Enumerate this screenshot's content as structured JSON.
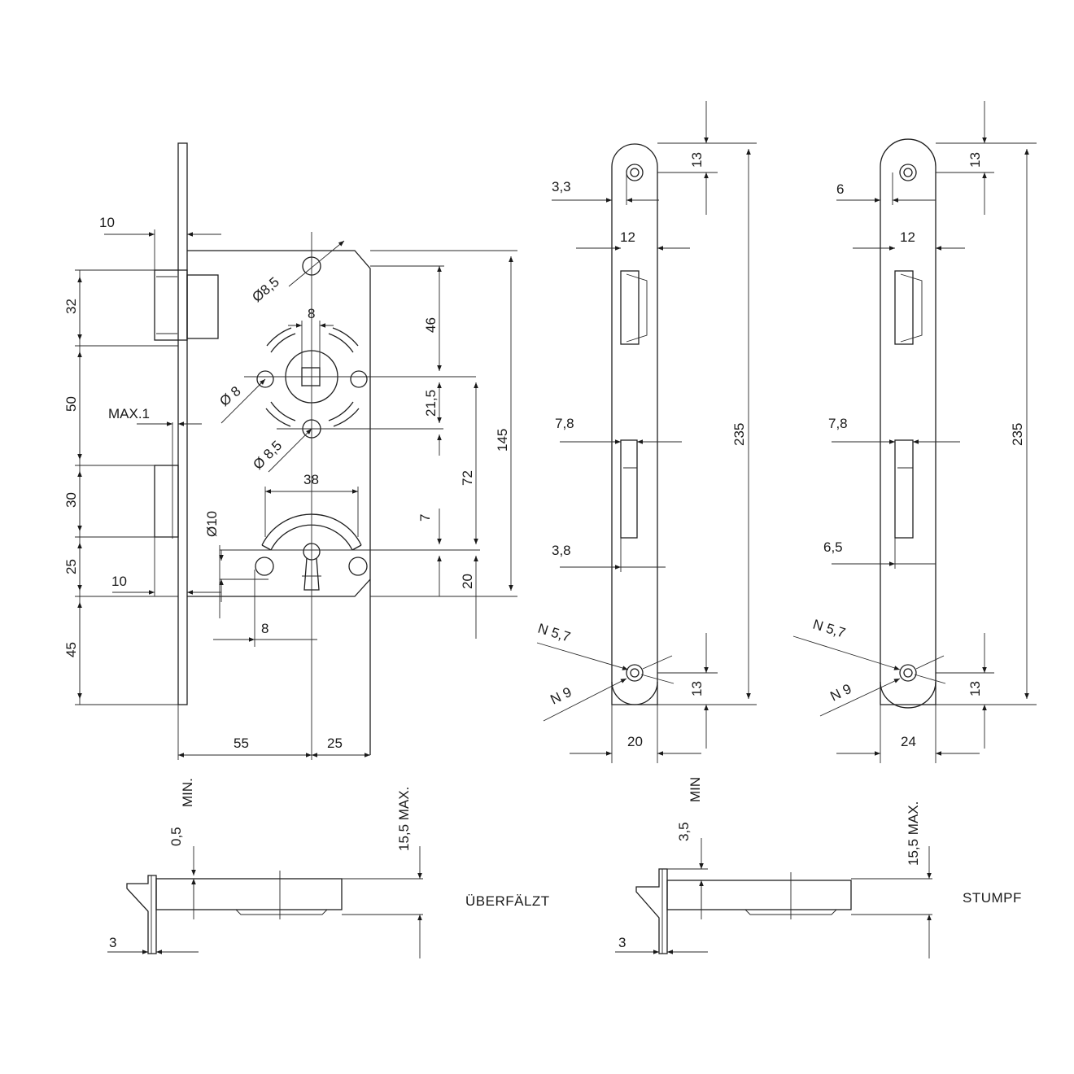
{
  "front_view": {
    "left_dims": [
      "32",
      "50",
      "30",
      "25",
      "45"
    ],
    "top_bolt_offset": "10",
    "bottom_bolt_offset": "10",
    "latch_gap": "MAX.1",
    "hole_top": "Ø8,5",
    "hole_mid": "Ø 8",
    "hole_low": "Ø 8,5",
    "spindle_width": "8",
    "rose_width": "38",
    "keyhole_dia": "Ø10",
    "keyhole_pin_spacing": "8",
    "right_dim_46": "46",
    "right_dim_21_5": "21,5",
    "right_dim_72": "72",
    "right_dim_7": "7",
    "right_dim_20": "20",
    "right_dim_145": "145",
    "bottom_dim_55": "55",
    "bottom_dim_25": "25"
  },
  "faceplate_1": {
    "hole_offset": "3,3",
    "latch_depth": "12",
    "bolt_offset_top": "7,8",
    "bolt_offset_bottom": "3,8",
    "screw_top": "13",
    "screw_bottom": "13",
    "length": "235",
    "width": "20",
    "screw_n57": "N 5,7",
    "screw_n9": "N 9"
  },
  "faceplate_2": {
    "hole_offset": "6",
    "latch_depth": "12",
    "bolt_offset_top": "7,8",
    "bolt_offset_bottom": "6,5",
    "screw_top": "13",
    "screw_bottom": "13",
    "length": "235",
    "width": "24",
    "screw_n57": "N 5,7",
    "screw_n9": "N 9"
  },
  "section_1": {
    "min_gap": "0,5",
    "min_label": "MIN.",
    "max_depth": "15,5 MAX.",
    "plate_thickness": "3",
    "type_label": "ÜBERFÄLZT"
  },
  "section_2": {
    "min_gap": "3,5",
    "min_label": "MIN",
    "max_depth": "15,5 MAX.",
    "plate_thickness": "3",
    "type_label": "STUMPF"
  }
}
